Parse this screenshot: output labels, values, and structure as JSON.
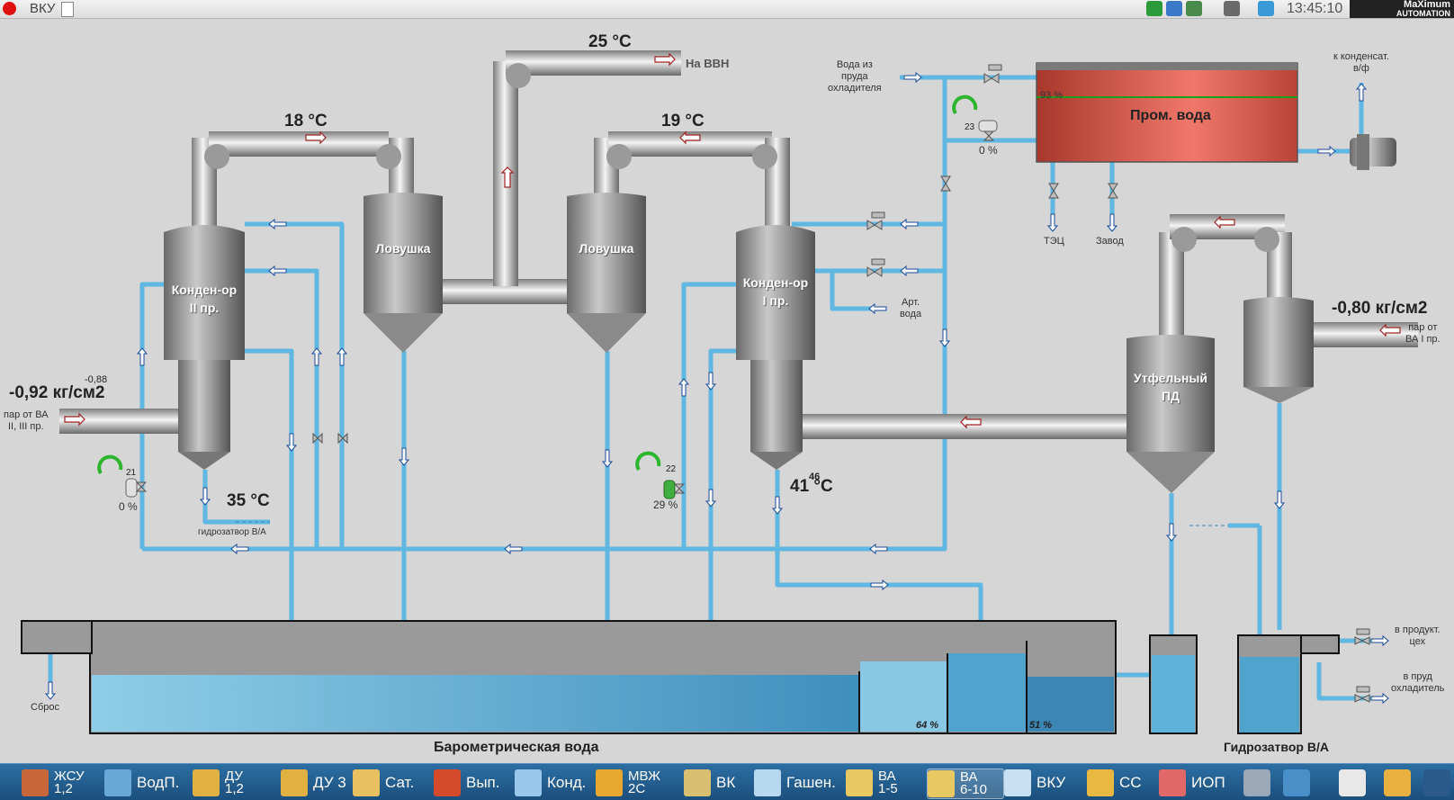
{
  "app": {
    "title": "ВКУ",
    "clock": "13:45:10",
    "logo_top": "MaXimum",
    "logo_bottom": "AUTOMATION"
  },
  "temps": {
    "t_vbn": "25 °C",
    "t_cond2": "18 °C",
    "t_cond1": "19 °C",
    "t_bottom_left": "35 °C",
    "t_bottom_right": "41 °C",
    "t_bottom_right_small": "46"
  },
  "pressures": {
    "left": "-0,92 кг/см2",
    "left_small": "-0,88",
    "right": "-0,80 кг/см2"
  },
  "labels": {
    "na_vvn": "На ВВН",
    "voda_iz_pruda": "Вода из\nпруда\nохладителя",
    "k_kondensat": "к конденсат.\nв/ф",
    "prom_voda": "Пром. вода",
    "prom_level": "93 %",
    "tec": "ТЭЦ",
    "zavod": "Завод",
    "art_voda": "Арт.\nвода",
    "par_ot_va_left": "пар от ВА\nII, III пр.",
    "par_ot_va_right": "пар от\nВА I пр.",
    "gidrozatvor_small": "гидрозатвор В/А",
    "sbros": "Сброс",
    "v_produkt": "в продукт.\nцех",
    "v_prud": "в пруд\nохладитель",
    "barometric": "Барометрическая вода",
    "gidrozatvor": "Гидрозатвор В/А",
    "tank_level_1": "64 %",
    "tank_level_2": "51 %"
  },
  "vessels": {
    "cond2": "Конден-ор\nII пр.",
    "trap1": "Ловушка",
    "trap2": "Ловушка",
    "cond1": "Конден-ор\nI пр.",
    "utfel": "Утфельный\nПД"
  },
  "valves": [
    {
      "id": "21",
      "percent": "0 %",
      "color": "#e0e0e0"
    },
    {
      "id": "22",
      "percent": "29 %",
      "color": "#3fae3f"
    },
    {
      "id": "23",
      "percent": "0 %",
      "color": "#e0e0e0"
    }
  ],
  "taskbar": {
    "items": [
      {
        "label": "ЖСУ",
        "sub": "1,2",
        "icon": "sugar-icon",
        "color": "#c8683a"
      },
      {
        "label": "ВодП.",
        "sub": "",
        "icon": "water-icon",
        "color": "#6aa8d8"
      },
      {
        "label": "ДУ",
        "sub": "1,2",
        "icon": "diffusion-icon",
        "color": "#e0b040"
      },
      {
        "label": "ДУ 3",
        "sub": "",
        "icon": "diffusion-icon",
        "color": "#e0b040"
      },
      {
        "label": "Сат.",
        "sub": "",
        "icon": "saturation-icon",
        "color": "#e8c060"
      },
      {
        "label": "Вып.",
        "sub": "",
        "icon": "evaporator-icon",
        "color": "#d44a2a"
      },
      {
        "label": "Конд.",
        "sub": "",
        "icon": "condenser-icon",
        "color": "#9ac8ec"
      },
      {
        "label": "МВЖ",
        "sub": "2С",
        "icon": "juice-icon",
        "color": "#e8a830"
      },
      {
        "label": "ВК",
        "sub": "",
        "icon": "vk-icon",
        "color": "#d8c070"
      },
      {
        "label": "Гашен.",
        "sub": "",
        "icon": "lime-icon",
        "color": "#b8d8f0"
      },
      {
        "label": "ВА",
        "sub": "1-5",
        "icon": "vacuum-icon",
        "color": "#e8c860"
      },
      {
        "label": "ВА",
        "sub": "6-10",
        "icon": "vacuum-icon",
        "color": "#e8c860"
      },
      {
        "label": "ВКУ",
        "sub": "",
        "icon": "vku-icon",
        "color": "#c8e0f4"
      },
      {
        "label": "СС",
        "sub": "",
        "icon": "ss-icon",
        "color": "#e8b840"
      },
      {
        "label": "ИОП",
        "sub": "",
        "icon": "iop-icon",
        "color": "#e06868"
      }
    ]
  }
}
